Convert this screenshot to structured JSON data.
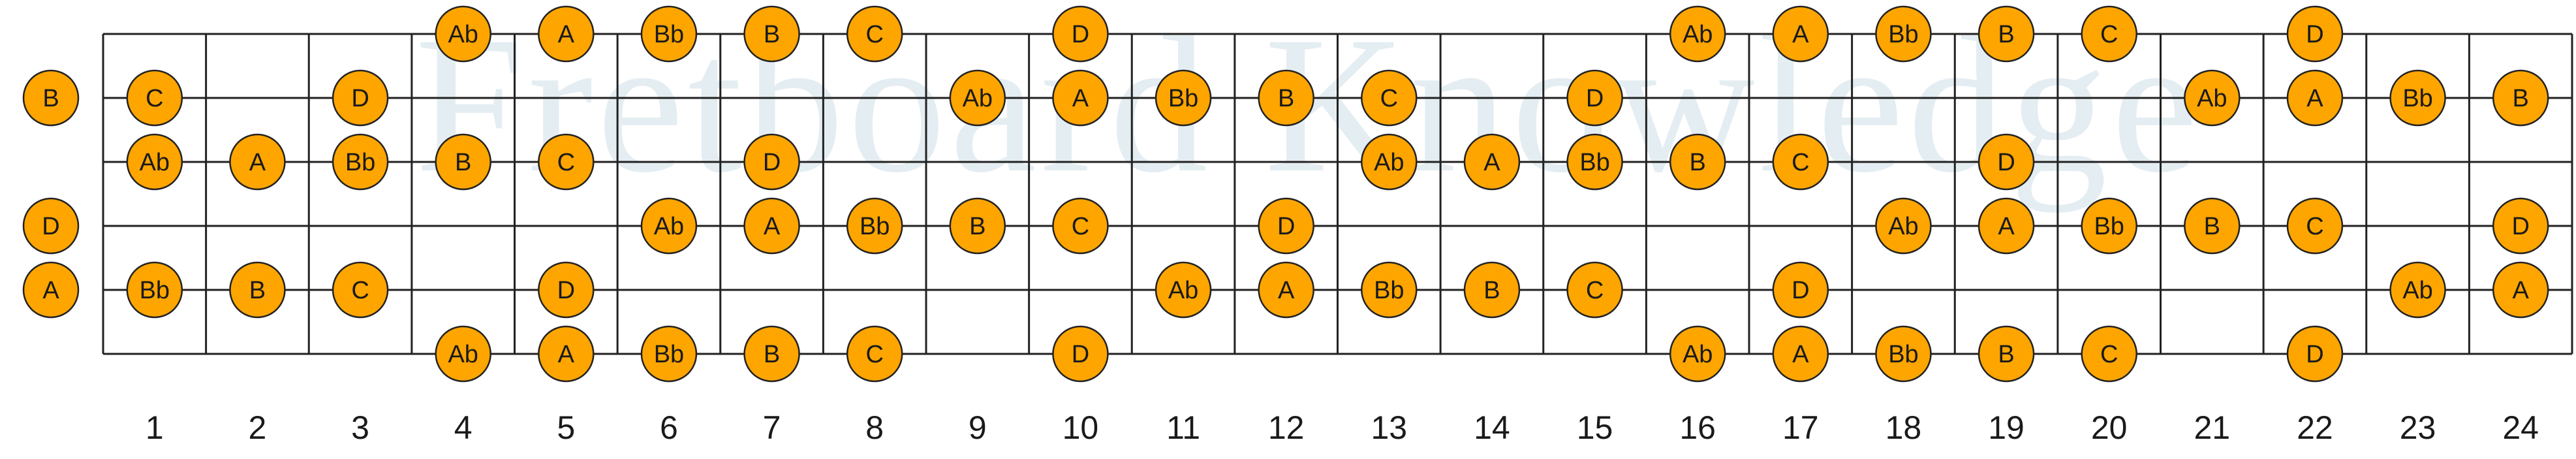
{
  "watermark": "Fretboard Knowledge",
  "colors": {
    "note_fill": "#FFA500",
    "note_stroke": "#222222",
    "grid": "#222222"
  },
  "fret_numbers": [
    "1",
    "2",
    "3",
    "4",
    "5",
    "6",
    "7",
    "8",
    "9",
    "10",
    "11",
    "12",
    "13",
    "14",
    "15",
    "16",
    "17",
    "18",
    "19",
    "20",
    "21",
    "22",
    "23",
    "24"
  ],
  "strings": [
    {
      "open": "",
      "notes": [
        {
          "fret": 4,
          "label": "Ab"
        },
        {
          "fret": 5,
          "label": "A"
        },
        {
          "fret": 6,
          "label": "Bb"
        },
        {
          "fret": 7,
          "label": "B"
        },
        {
          "fret": 8,
          "label": "C"
        },
        {
          "fret": 10,
          "label": "D"
        },
        {
          "fret": 16,
          "label": "Ab"
        },
        {
          "fret": 17,
          "label": "A"
        },
        {
          "fret": 18,
          "label": "Bb"
        },
        {
          "fret": 19,
          "label": "B"
        },
        {
          "fret": 20,
          "label": "C"
        },
        {
          "fret": 22,
          "label": "D"
        }
      ]
    },
    {
      "open": "B",
      "notes": [
        {
          "fret": 1,
          "label": "C"
        },
        {
          "fret": 3,
          "label": "D"
        },
        {
          "fret": 9,
          "label": "Ab"
        },
        {
          "fret": 10,
          "label": "A"
        },
        {
          "fret": 11,
          "label": "Bb"
        },
        {
          "fret": 12,
          "label": "B"
        },
        {
          "fret": 13,
          "label": "C"
        },
        {
          "fret": 15,
          "label": "D"
        },
        {
          "fret": 21,
          "label": "Ab"
        },
        {
          "fret": 22,
          "label": "A"
        },
        {
          "fret": 23,
          "label": "Bb"
        },
        {
          "fret": 24,
          "label": "B"
        }
      ]
    },
    {
      "open": "",
      "notes": [
        {
          "fret": 1,
          "label": "Ab"
        },
        {
          "fret": 2,
          "label": "A"
        },
        {
          "fret": 3,
          "label": "Bb"
        },
        {
          "fret": 4,
          "label": "B"
        },
        {
          "fret": 5,
          "label": "C"
        },
        {
          "fret": 7,
          "label": "D"
        },
        {
          "fret": 13,
          "label": "Ab"
        },
        {
          "fret": 14,
          "label": "A"
        },
        {
          "fret": 15,
          "label": "Bb"
        },
        {
          "fret": 16,
          "label": "B"
        },
        {
          "fret": 17,
          "label": "C"
        },
        {
          "fret": 19,
          "label": "D"
        }
      ]
    },
    {
      "open": "D",
      "notes": [
        {
          "fret": 6,
          "label": "Ab"
        },
        {
          "fret": 7,
          "label": "A"
        },
        {
          "fret": 8,
          "label": "Bb"
        },
        {
          "fret": 9,
          "label": "B"
        },
        {
          "fret": 10,
          "label": "C"
        },
        {
          "fret": 12,
          "label": "D"
        },
        {
          "fret": 18,
          "label": "Ab"
        },
        {
          "fret": 19,
          "label": "A"
        },
        {
          "fret": 20,
          "label": "Bb"
        },
        {
          "fret": 21,
          "label": "B"
        },
        {
          "fret": 22,
          "label": "C"
        },
        {
          "fret": 24,
          "label": "D"
        }
      ]
    },
    {
      "open": "A",
      "notes": [
        {
          "fret": 1,
          "label": "Bb"
        },
        {
          "fret": 2,
          "label": "B"
        },
        {
          "fret": 3,
          "label": "C"
        },
        {
          "fret": 5,
          "label": "D"
        },
        {
          "fret": 11,
          "label": "Ab"
        },
        {
          "fret": 12,
          "label": "A"
        },
        {
          "fret": 13,
          "label": "Bb"
        },
        {
          "fret": 14,
          "label": "B"
        },
        {
          "fret": 15,
          "label": "C"
        },
        {
          "fret": 17,
          "label": "D"
        },
        {
          "fret": 23,
          "label": "Ab"
        },
        {
          "fret": 24,
          "label": "A"
        }
      ]
    },
    {
      "open": "",
      "notes": [
        {
          "fret": 4,
          "label": "Ab"
        },
        {
          "fret": 5,
          "label": "A"
        },
        {
          "fret": 6,
          "label": "Bb"
        },
        {
          "fret": 7,
          "label": "B"
        },
        {
          "fret": 8,
          "label": "C"
        },
        {
          "fret": 10,
          "label": "D"
        },
        {
          "fret": 16,
          "label": "Ab"
        },
        {
          "fret": 17,
          "label": "A"
        },
        {
          "fret": 18,
          "label": "Bb"
        },
        {
          "fret": 19,
          "label": "B"
        },
        {
          "fret": 20,
          "label": "C"
        },
        {
          "fret": 22,
          "label": "D"
        }
      ]
    }
  ]
}
